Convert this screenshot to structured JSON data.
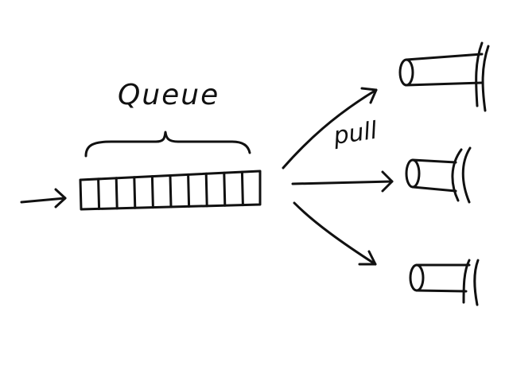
{
  "labels": {
    "queue": "Queue",
    "pull": "pull"
  },
  "queue": {
    "slot_count": 10
  },
  "consumers": {
    "count": 3
  },
  "colors": {
    "ink": "#111111",
    "background": "#ffffff"
  }
}
